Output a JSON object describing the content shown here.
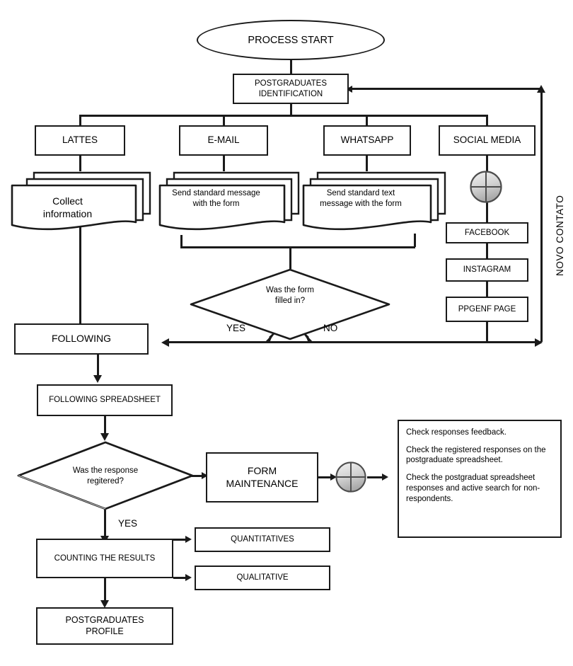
{
  "diagram": {
    "title": "Postgraduates identification and follow-up process flowchart",
    "type": "flowchart",
    "colors": {
      "stroke": "#1a1a1a",
      "fill": "#ffffff",
      "junction_fill": "#b8b8b8"
    }
  },
  "nodes": {
    "start": "PROCESS START",
    "identification": "POSTGRADUATES\nIDENTIFICATION",
    "identification_line1": "POSTGRADUATES",
    "identification_line2": "IDENTIFICATION",
    "lattes": "LATTES",
    "email": "E-MAIL",
    "whatsapp": "WHATSAPP",
    "social_media": "SOCIAL MEDIA",
    "collect_line1": "Collect",
    "collect_line2": "information",
    "email_doc_line1": "Send standard message",
    "email_doc_line2": "with the form",
    "whatsapp_doc_line1": "Send standard text",
    "whatsapp_doc_line2": "message with the form",
    "facebook": "FACEBOOK",
    "instagram": "INSTAGRAM",
    "ppgenf": "PPGENF PAGE",
    "decision_form_line1": "Was the form",
    "decision_form_line2": "filled in?",
    "following": "FOLLOWING",
    "following_spreadsheet": "FOLLOWING SPREADSHEET",
    "decision_response_line1": "Was the response",
    "decision_response_line2": "regitered?",
    "form_maintenance_line1": "FORM",
    "form_maintenance_line2": "MAINTENANCE",
    "counting": "COUNTING THE RESULTS",
    "quantitatives": "QUANTITATIVES",
    "qualitative": "QUALITATIVE",
    "profile_line1": "POSTGRADUATES",
    "profile_line2": "PROFILE"
  },
  "note": {
    "lines": [
      "Check responses feedback.",
      "Check the registered responses on the postgraduate spreadsheet.",
      "Check the postgraduat spreadsheet responses and active search for non-respondents."
    ],
    "line1": "Check responses feedback.",
    "line2": "Check the registered responses on the postgraduate spreadsheet.",
    "line3": "Check the postgraduat spreadsheet responses and active search for non-respondents."
  },
  "edge_labels": {
    "yes_form": "YES",
    "no_form": "NO",
    "yes_response": "YES",
    "feedback_loop": "NOVO CONTATO"
  }
}
